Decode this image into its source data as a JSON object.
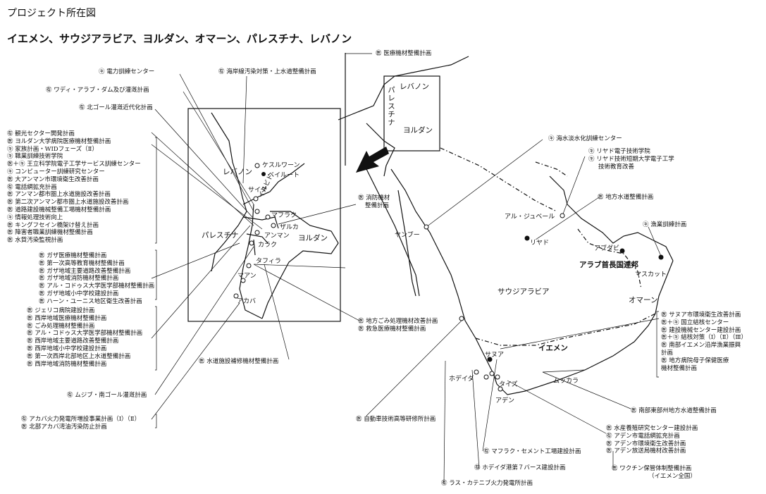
{
  "title": "プロジェクト所在図",
  "subtitle": "イエメン、サウジアラビア、ヨルダン、オマーン、パレスチナ、レバノン",
  "countries": {
    "lebanon_inset": "レバノン",
    "palestine_inset": "パレスチナ",
    "jordan_inset": "ヨルダン",
    "lebanon_detail": "レバノン",
    "palestine_detail": "パレスチナ",
    "jordan_detail": "ヨルダン",
    "saudi": "サウジアラビア",
    "uae": "アラブ首長国連邦",
    "oman": "オマーン",
    "yemen": "イエメン"
  },
  "places": {
    "keswaan": "ケスルワーン",
    "beirut": "ベイルート",
    "saida": "サイダ",
    "irbid": "イルビド",
    "mafraq": "マフラク",
    "zarqa": "ザルカ",
    "amman": "アンマン",
    "karak": "カラク",
    "tafila": "タフィラ",
    "maan": "マアン",
    "aqaba": "アカバ",
    "yanbu": "ヤンブー",
    "jubail": "アル・ジュベール",
    "riyadh": "リヤド",
    "abudhabi": "アブダビ",
    "muscat": "マスカット",
    "sanaa": "サヌア",
    "hodeidah": "ホデイダ",
    "taiz": "タイズ",
    "aden": "アデン",
    "mukalla": "ムッカラ"
  },
  "labels": {
    "power_training": "㋖ 電力訓練センター",
    "wadi_arab": "㊒ ワディ・アラブ・ダム及び灌漑計画",
    "north_ghor": "㊒ 北ゴール灌漑近代化計画",
    "coastal_water": "㊒ 海岸線汚染対策・上水道整備計画",
    "medical_equip": "㊩ 医療機材整備計画",
    "desal_training": "㋖ 海水淡水化訓練センター",
    "riyadh_group": [
      "㋖ リヤド電子技術学院",
      "㋖ リヤド技術短期大学電子工学",
      "技術教育改善"
    ],
    "local_water": "㊩ 地方水道整備計画",
    "fishery_training": "㋖ 漁業訓練計画",
    "firefighting": [
      "㊩ 消防機材",
      "整備計画"
    ],
    "jordan_list": [
      "㊒ 観光セクター開発計画",
      "㊩ ヨルダン大学病院医療機材整備計画",
      "㋖ 家族計画・WIDフェーズ（Ⅱ）",
      "㋖ 職業訓練技術学院",
      "㊩＋㋖ 王立科学院電子工学サービス訓練センター",
      "㋖ コンピューター訓練研究センター",
      "㊩ 大アンマン市環境衛生改善計画",
      "㊒ 電話網拡充計画",
      "㊩ アンマン都市圏上水道施設改善計画",
      "㊩ 第二次アンマン都市圏上水道施設改善計画",
      "㊩ 道路建設機械整備工場機材整備計画",
      "㋖ 情報処理技術向上",
      "㊩ キングフセイン橋架け替え計画",
      "㊩ 障害者職業訓練機材整備計画",
      "㊩ 水質汚染監視計画"
    ],
    "gaza_list": [
      "㊩ ガザ医療機材整備計画",
      "㊩ 第一次高等教育機材整備計画",
      "㊩ ガザ地域主要道路改善整備計画",
      "㊩ ガザ地域消防機材整備計画",
      "㊩ アル・コドゥス大学医学部機材整備計画",
      "㊩ ガザ地域小中学校建設計画",
      "㊩ ハーン・ユーニス地区衛生改善計画"
    ],
    "westbank_list": [
      "㊩ ジェリコ病院建設計画",
      "㊩ 西岸地域医療機材整備計画",
      "㊩ ごみ処理機材整備計画",
      "㊩ アル・コドゥス大学医学部機材整備計画",
      "㊩ 西岸地域主要道路改善整備計画",
      "㊩ 西岸地域小中学校建設計画",
      "㊩ 第一次西岸北部地区上水道整備計画",
      "㊩ 西岸地域消防機材整備計画"
    ],
    "water_repair": "㊩ 水道施設補修機材整備計画",
    "waste_equipment": [
      "㊩ 地方ごみ処理機材改善計画",
      "㊩ 救急医療機材整備計画"
    ],
    "mujib": "㊒ ムジブ・南ゴール灌漑計画",
    "aqaba_list": [
      "㊒ アカバ火力発電所増設事業計画（Ⅰ）（Ⅱ）",
      "㊩ 北部アカバ湾油汚染防止計画"
    ],
    "yemen_list": [
      "㊩  サヌア市環境衛生改善計画",
      "㊩＋㋖ 国立結核センター",
      "㊩  建設機械センター建設計画",
      "㊩＋㋖ 結核対策（Ⅰ）（Ⅱ）（Ⅲ）",
      "㊩  南部イエメン沿岸漁業振興",
      "      計画",
      "㊩  地方病院母子保健医療",
      "      機材整備計画"
    ],
    "southeast_water": "㊩ 南部東部州地方水道整備計画",
    "auto_training": "㊩ 自動車技術高等研修所計画",
    "aden_list": [
      "㊩ 水産養殖研究センター建設計画",
      "㊒ アデン市電話網拡充計画",
      "㊩ アデン市環境衛生改善計画",
      "㊩ アデン放送局機材改善計画"
    ],
    "mafraq_cement": "㊒ マフラク・セメント工場建設計画",
    "hodeidah_port": "㊒ ホデイダ港第７バース建設計画",
    "ras_kateeb": "㊒ ラス・カテニブ火力発電所計画",
    "vaccine": [
      "㊩ ワクチン保管体制整備計画",
      "（イエメン全国）"
    ]
  }
}
